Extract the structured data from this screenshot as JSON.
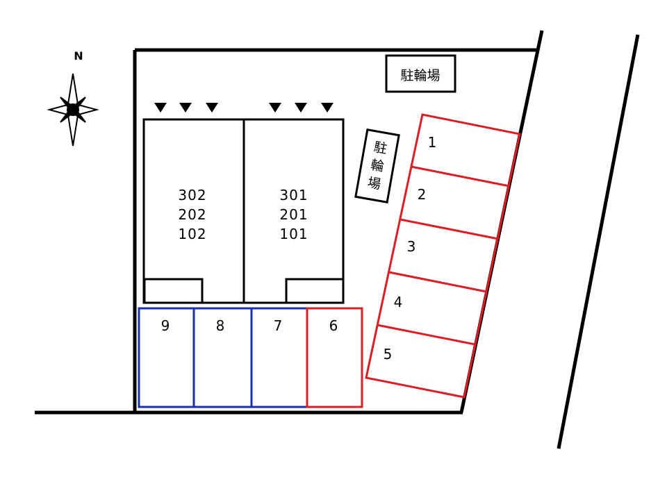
{
  "compass": {
    "label": "N"
  },
  "buildings": [
    {
      "units": [
        "302",
        "202",
        "102"
      ]
    },
    {
      "units": [
        "301",
        "201",
        "101"
      ]
    }
  ],
  "bicycle_parking": {
    "label": "駐輪場",
    "chars": [
      "駐",
      "輪",
      "場"
    ]
  },
  "parking_spaces": {
    "red": [
      "1",
      "2",
      "3",
      "4",
      "5",
      "6"
    ],
    "blue": [
      "9",
      "8",
      "7"
    ]
  },
  "colors": {
    "red": "#dd1c24",
    "blue": "#1a2eb0",
    "line": "#000000"
  }
}
